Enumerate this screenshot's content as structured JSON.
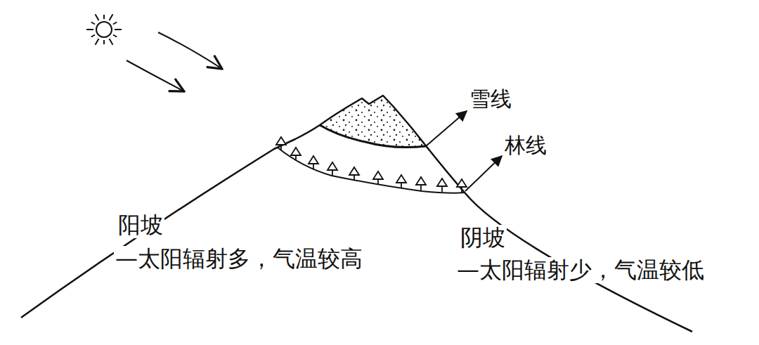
{
  "diagram": {
    "labels": [
      "雪线",
      "林线",
      "阳坡",
      "—太阳辐射多，气温较高",
      "阴坡",
      "—太阳辐射少，气温较低"
    ]
  }
}
